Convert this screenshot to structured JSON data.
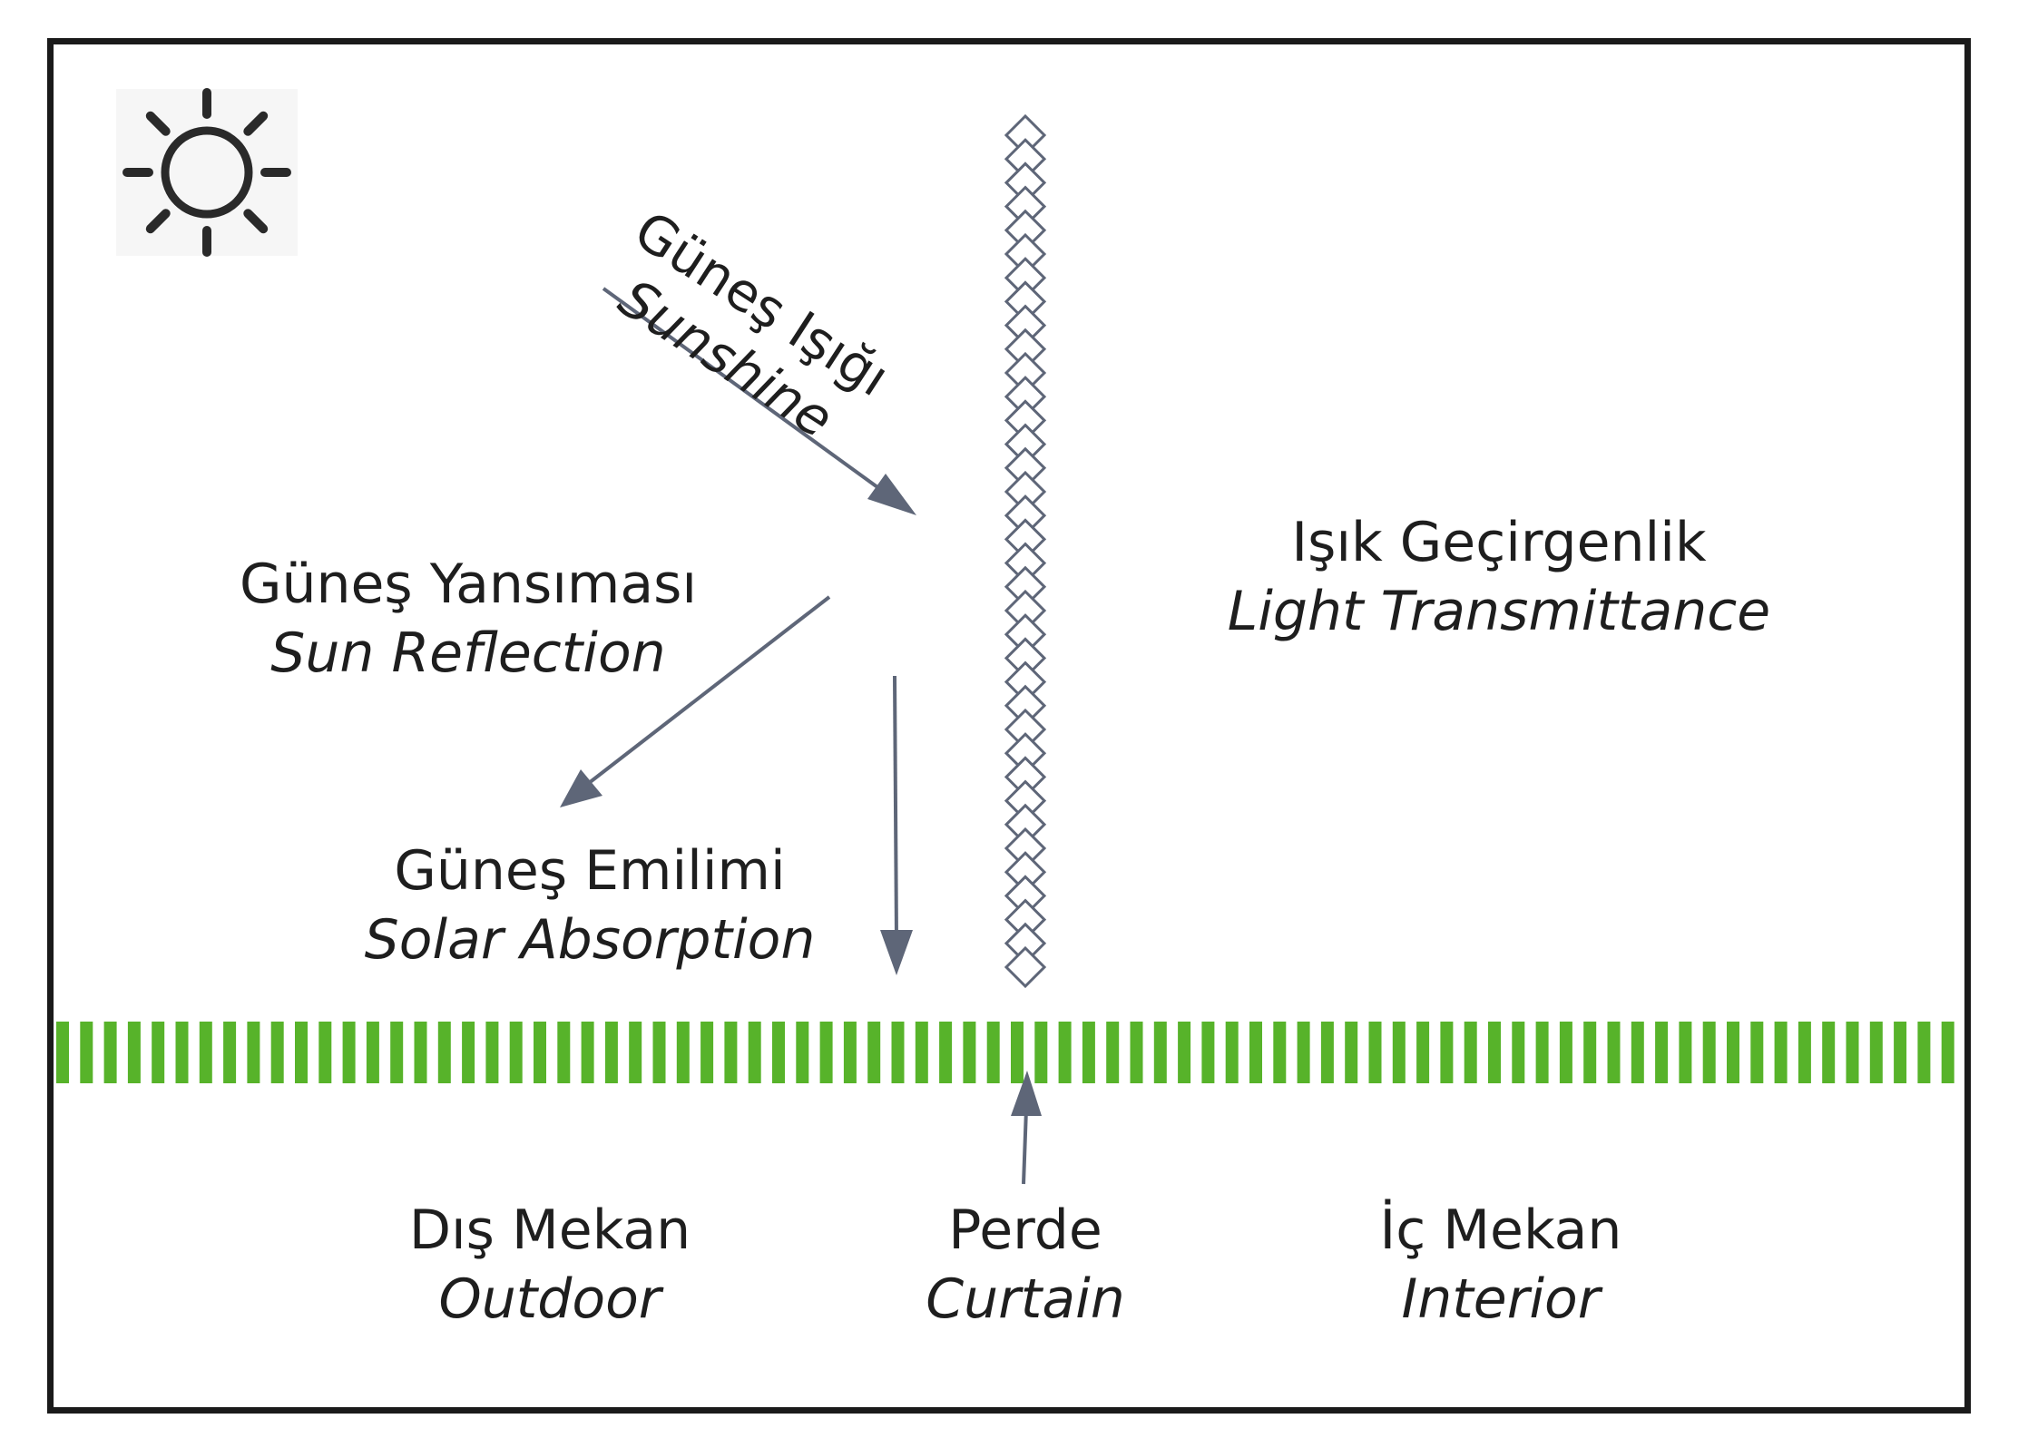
{
  "labels": {
    "sunshine": {
      "tr": "Güneş Işığı",
      "en": "Sunshine"
    },
    "reflection": {
      "tr": "Güneş Yansıması",
      "en": "Sun Reflection"
    },
    "absorption": {
      "tr": "Güneş Emilimi",
      "en": "Solar Absorption"
    },
    "transmittance": {
      "tr": "Işık Geçirgenlik",
      "en": "Light Transmittance"
    },
    "outdoor": {
      "tr": "Dış Mekan",
      "en": "Outdoor"
    },
    "curtain": {
      "tr": "Perde",
      "en": "Curtain"
    },
    "interior": {
      "tr": "İç Mekan",
      "en": "Interior"
    }
  },
  "icons": [
    "sun-icon"
  ],
  "colors": {
    "arrow": "#5e6678",
    "curtain_stripe": "#57b32a",
    "diamond_chain": "#5e6678",
    "frame": "#1a1a1a",
    "text": "#1e1e1e"
  }
}
